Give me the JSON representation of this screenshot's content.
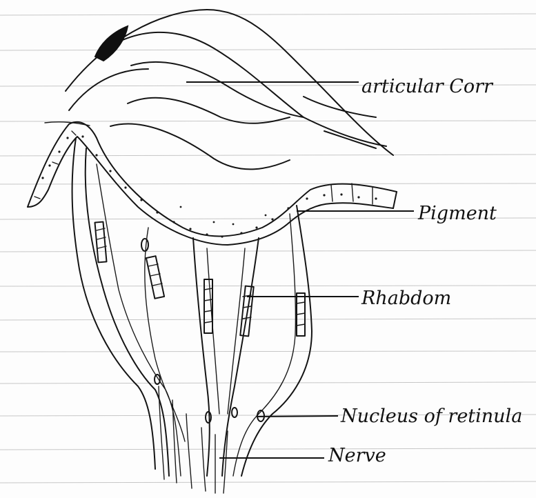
{
  "labels": {
    "articular_cornea": "articular Corr",
    "pigment": "Pigment",
    "rhabdom": "Rhabdom",
    "nucleus": "Nucleus of retinula",
    "nerve": "Nerve"
  },
  "colors": {
    "ink": "#141414",
    "paper": "#fdfdfd",
    "rule_lines": "#9a9a9a"
  }
}
